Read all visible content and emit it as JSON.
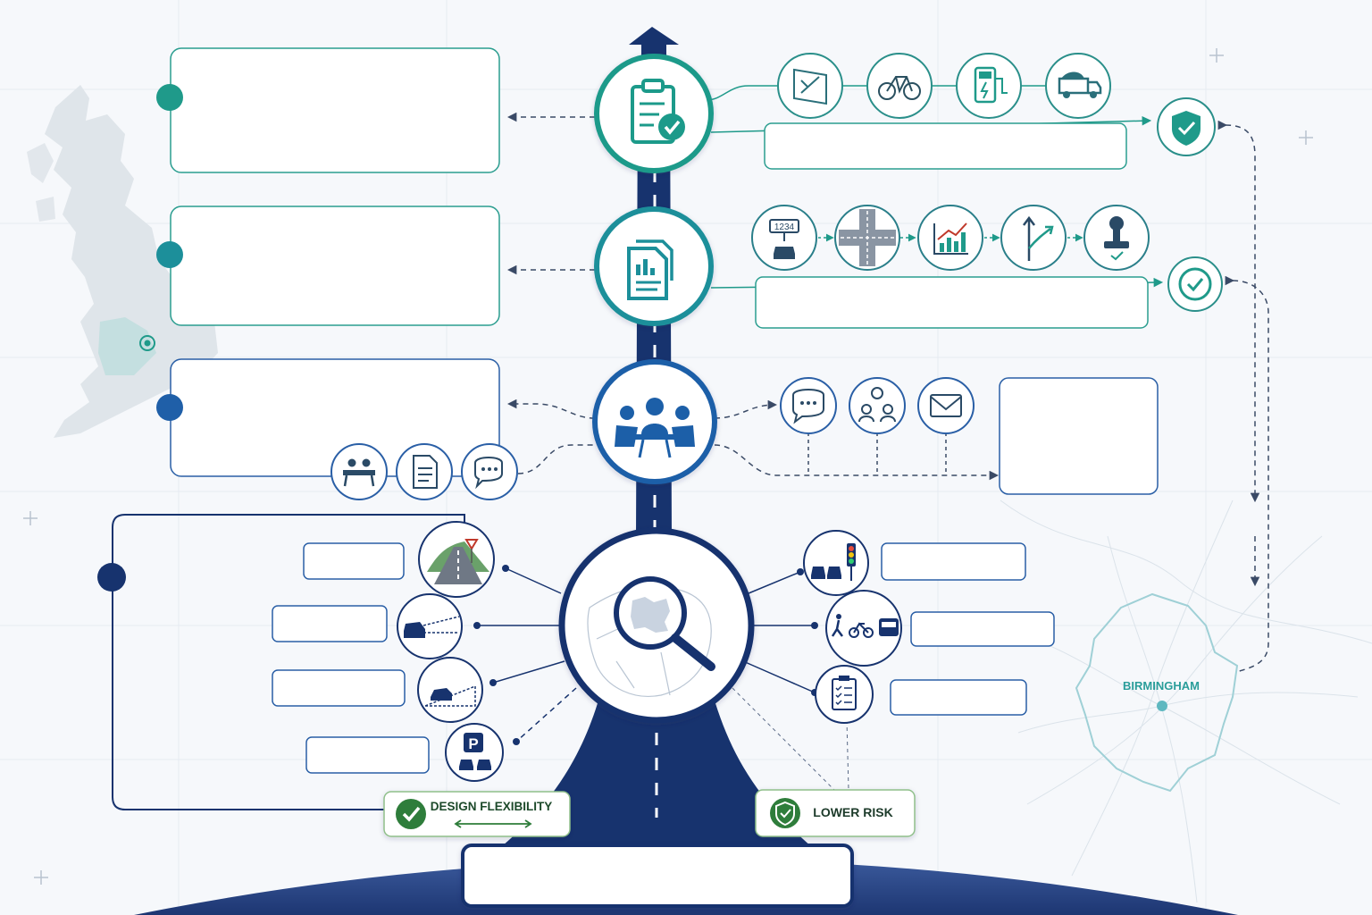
{
  "colors": {
    "teal": "#1f9a8a",
    "teal_mid": "#1c8f9a",
    "blue": "#1f5fa8",
    "navy": "#17336e",
    "green": "#2f7d3a",
    "map": "#dfe5ea",
    "box_border_teal": "#2a9d8f",
    "box_border_blue": "#2a5fa6"
  },
  "badges": {
    "design_flexibility": "DESIGN FLEXIBILITY",
    "lower_risk": "LOWER RISK"
  },
  "map": {
    "city_label": "BIRMINGHAM"
  },
  "icons": {
    "stage1_main": "clipboard-check-icon",
    "stage1_row": [
      "blueprint-icon",
      "bicycle-icon",
      "ev-charger-icon",
      "truck-icon"
    ],
    "stage1_end": "shield-check-icon",
    "stage2_main": "report-documents-icon",
    "stage2_row": [
      "traffic-counter-icon",
      "junction-icon",
      "growth-chart-icon",
      "route-options-icon",
      "approval-stamp-icon"
    ],
    "stage2_end": "circle-check-icon",
    "stage2_counter_text": "1234",
    "stage3_main": "meeting-icon",
    "stage3_right": [
      "chat-bubble-icon",
      "stakeholders-icon",
      "envelope-icon"
    ],
    "stage3_left": [
      "meeting-table-icon",
      "document-icon",
      "chat-icon"
    ],
    "stage4_main": "magnifier-map-icon",
    "stage4_left": [
      "road-yield-icon",
      "sightline-car-icon",
      "incline-car-icon",
      "parking-icon"
    ],
    "stage4_right": [
      "traffic-signal-icon",
      "pedestrian-cycle-bus-icon",
      "checklist-icon"
    ]
  }
}
